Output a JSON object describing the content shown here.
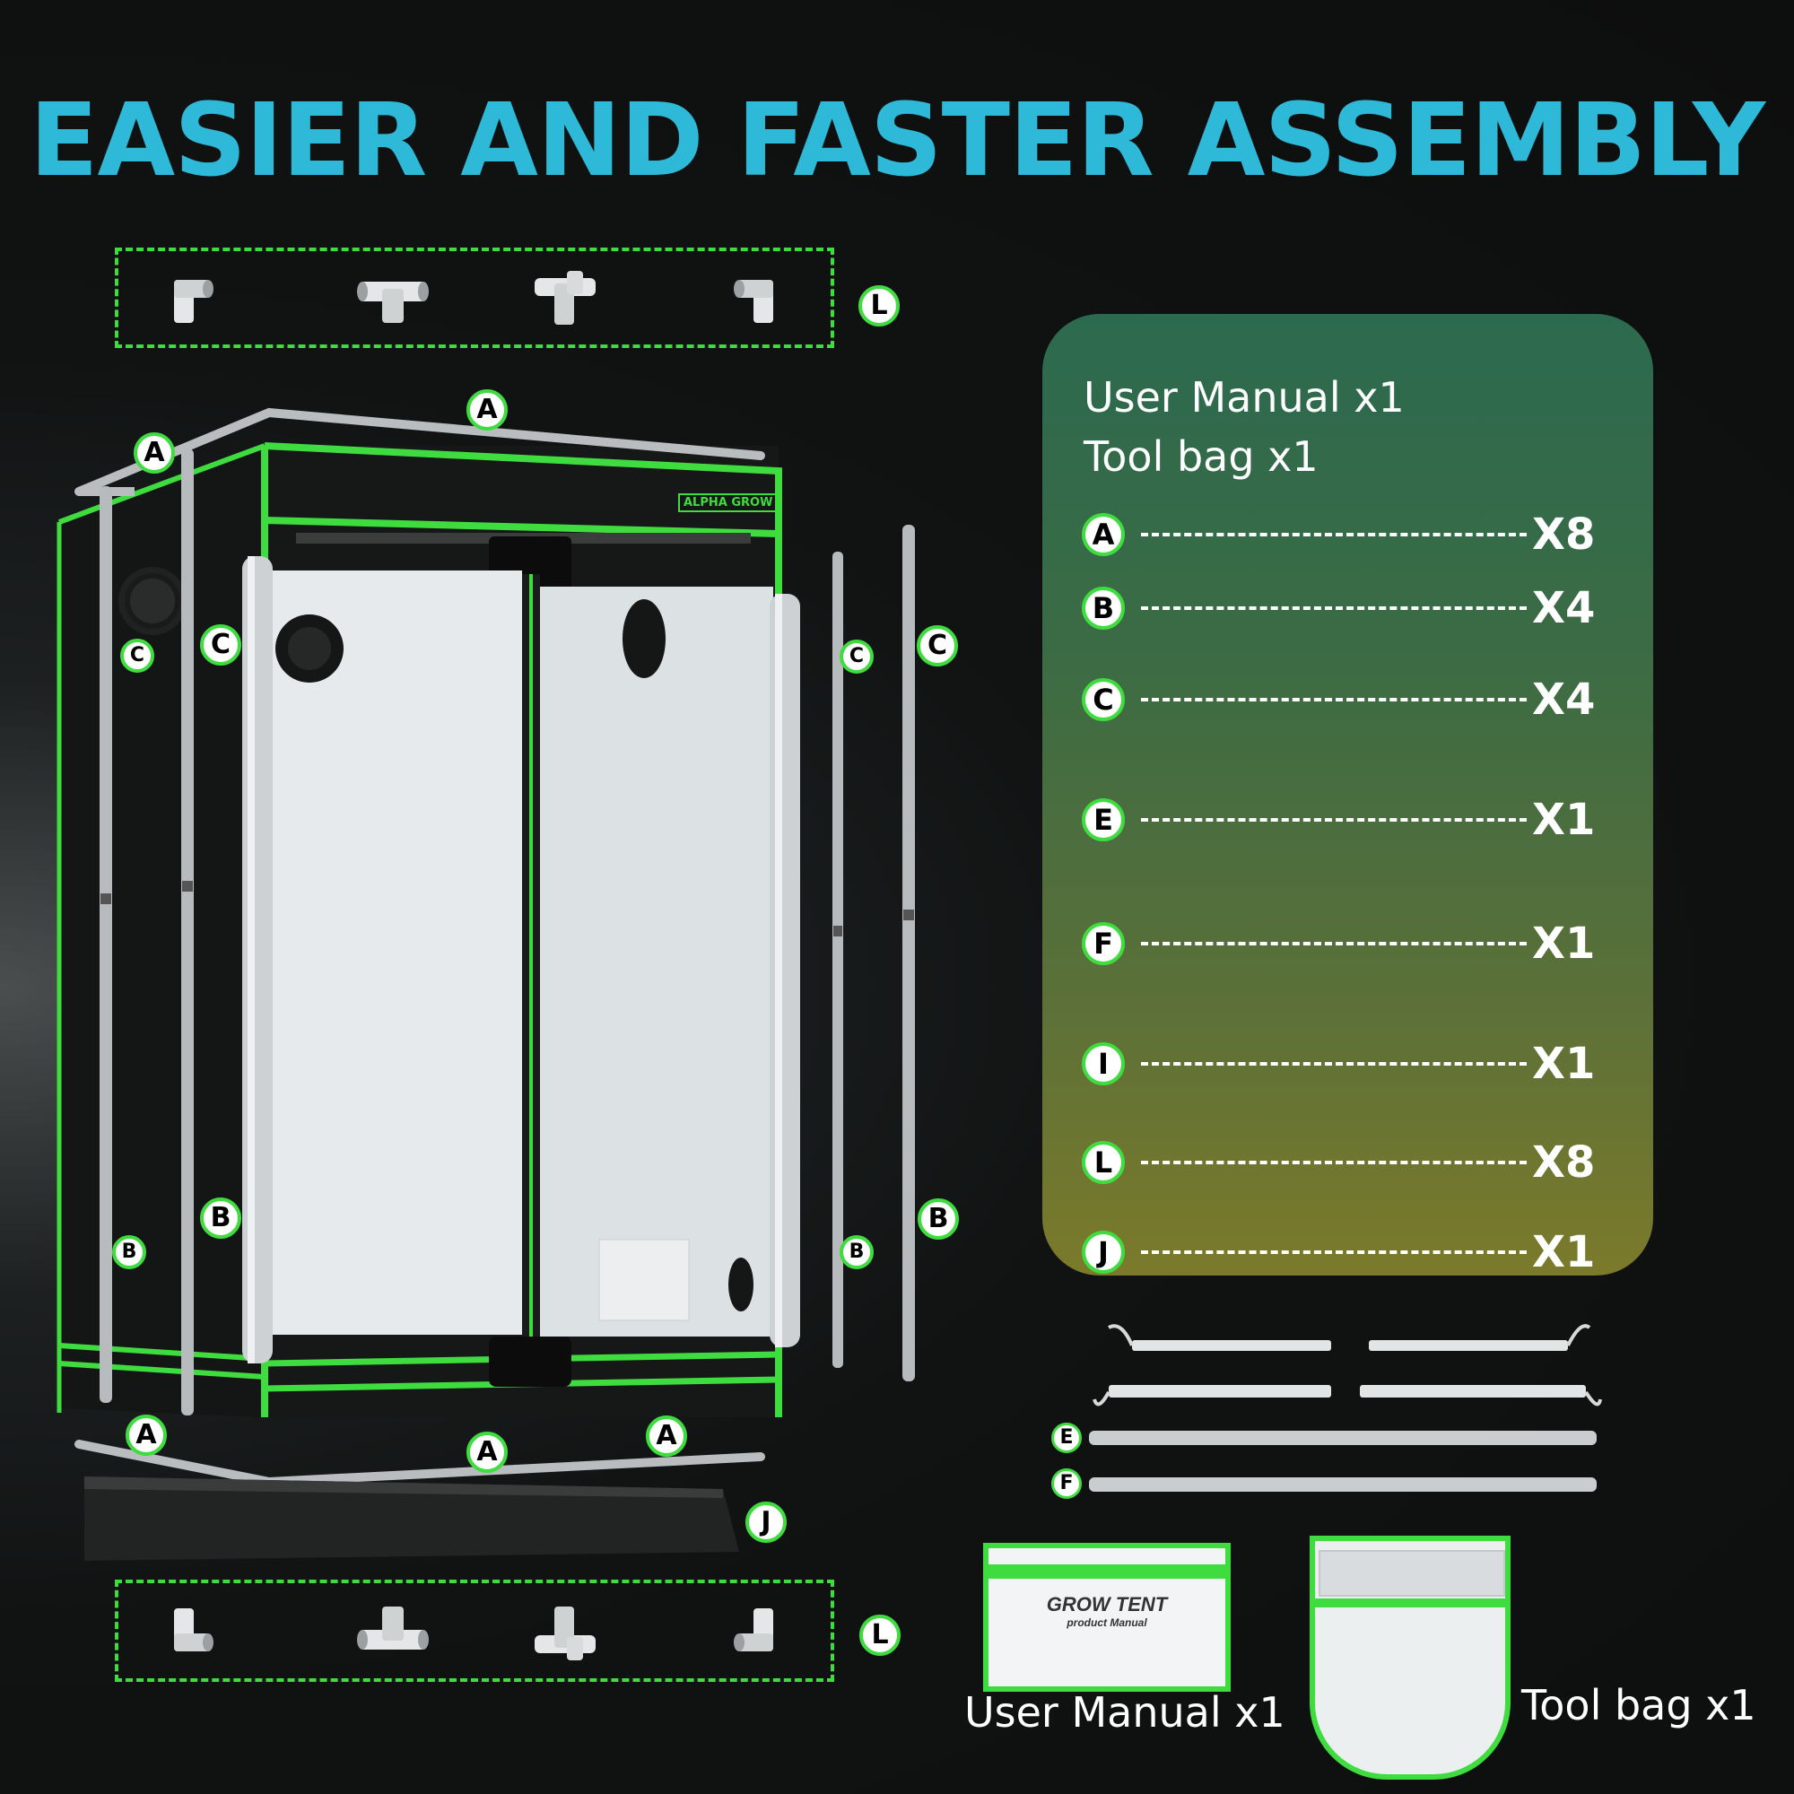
{
  "title": "EASIER AND FASTER ASSEMBLY",
  "brand_label": "ALPHA GROW",
  "colors": {
    "title": "#2db9d7",
    "accent_green": "#3fdc3f",
    "background": "#111313"
  },
  "diagram_labels": {
    "fittings_top": "L",
    "fittings_bottom": "L",
    "top_front": "A",
    "top_left": "A",
    "pole_c_left_small": "C",
    "pole_c_left_large": "C",
    "pole_c_right_small": "C",
    "pole_c_right_large": "C",
    "pole_b_left_large": "B",
    "pole_b_left_small": "B",
    "pole_b_right_small": "B",
    "pole_b_right_large": "B",
    "bottom_left": "A",
    "bottom_mid": "A",
    "bottom_right": "A",
    "tray": "J",
    "bar_e": "E",
    "bar_f": "F"
  },
  "parts_panel": {
    "manual_line": "User Manual x1",
    "toolbag_line": "Tool bag x1",
    "items": [
      {
        "letter": "A",
        "qty": "X8"
      },
      {
        "letter": "B",
        "qty": "X4"
      },
      {
        "letter": "C",
        "qty": "X4"
      },
      {
        "letter": "E",
        "qty": "X1"
      },
      {
        "letter": "F",
        "qty": "X1"
      },
      {
        "letter": "I",
        "qty": "X1"
      },
      {
        "letter": "L",
        "qty": "X8"
      },
      {
        "letter": "J",
        "qty": "X1"
      }
    ]
  },
  "manual_card": {
    "title": "GROW TENT",
    "subtitle": "product Manual"
  },
  "captions": {
    "manual": "User Manual x1",
    "toolbag": "Tool bag x1"
  }
}
